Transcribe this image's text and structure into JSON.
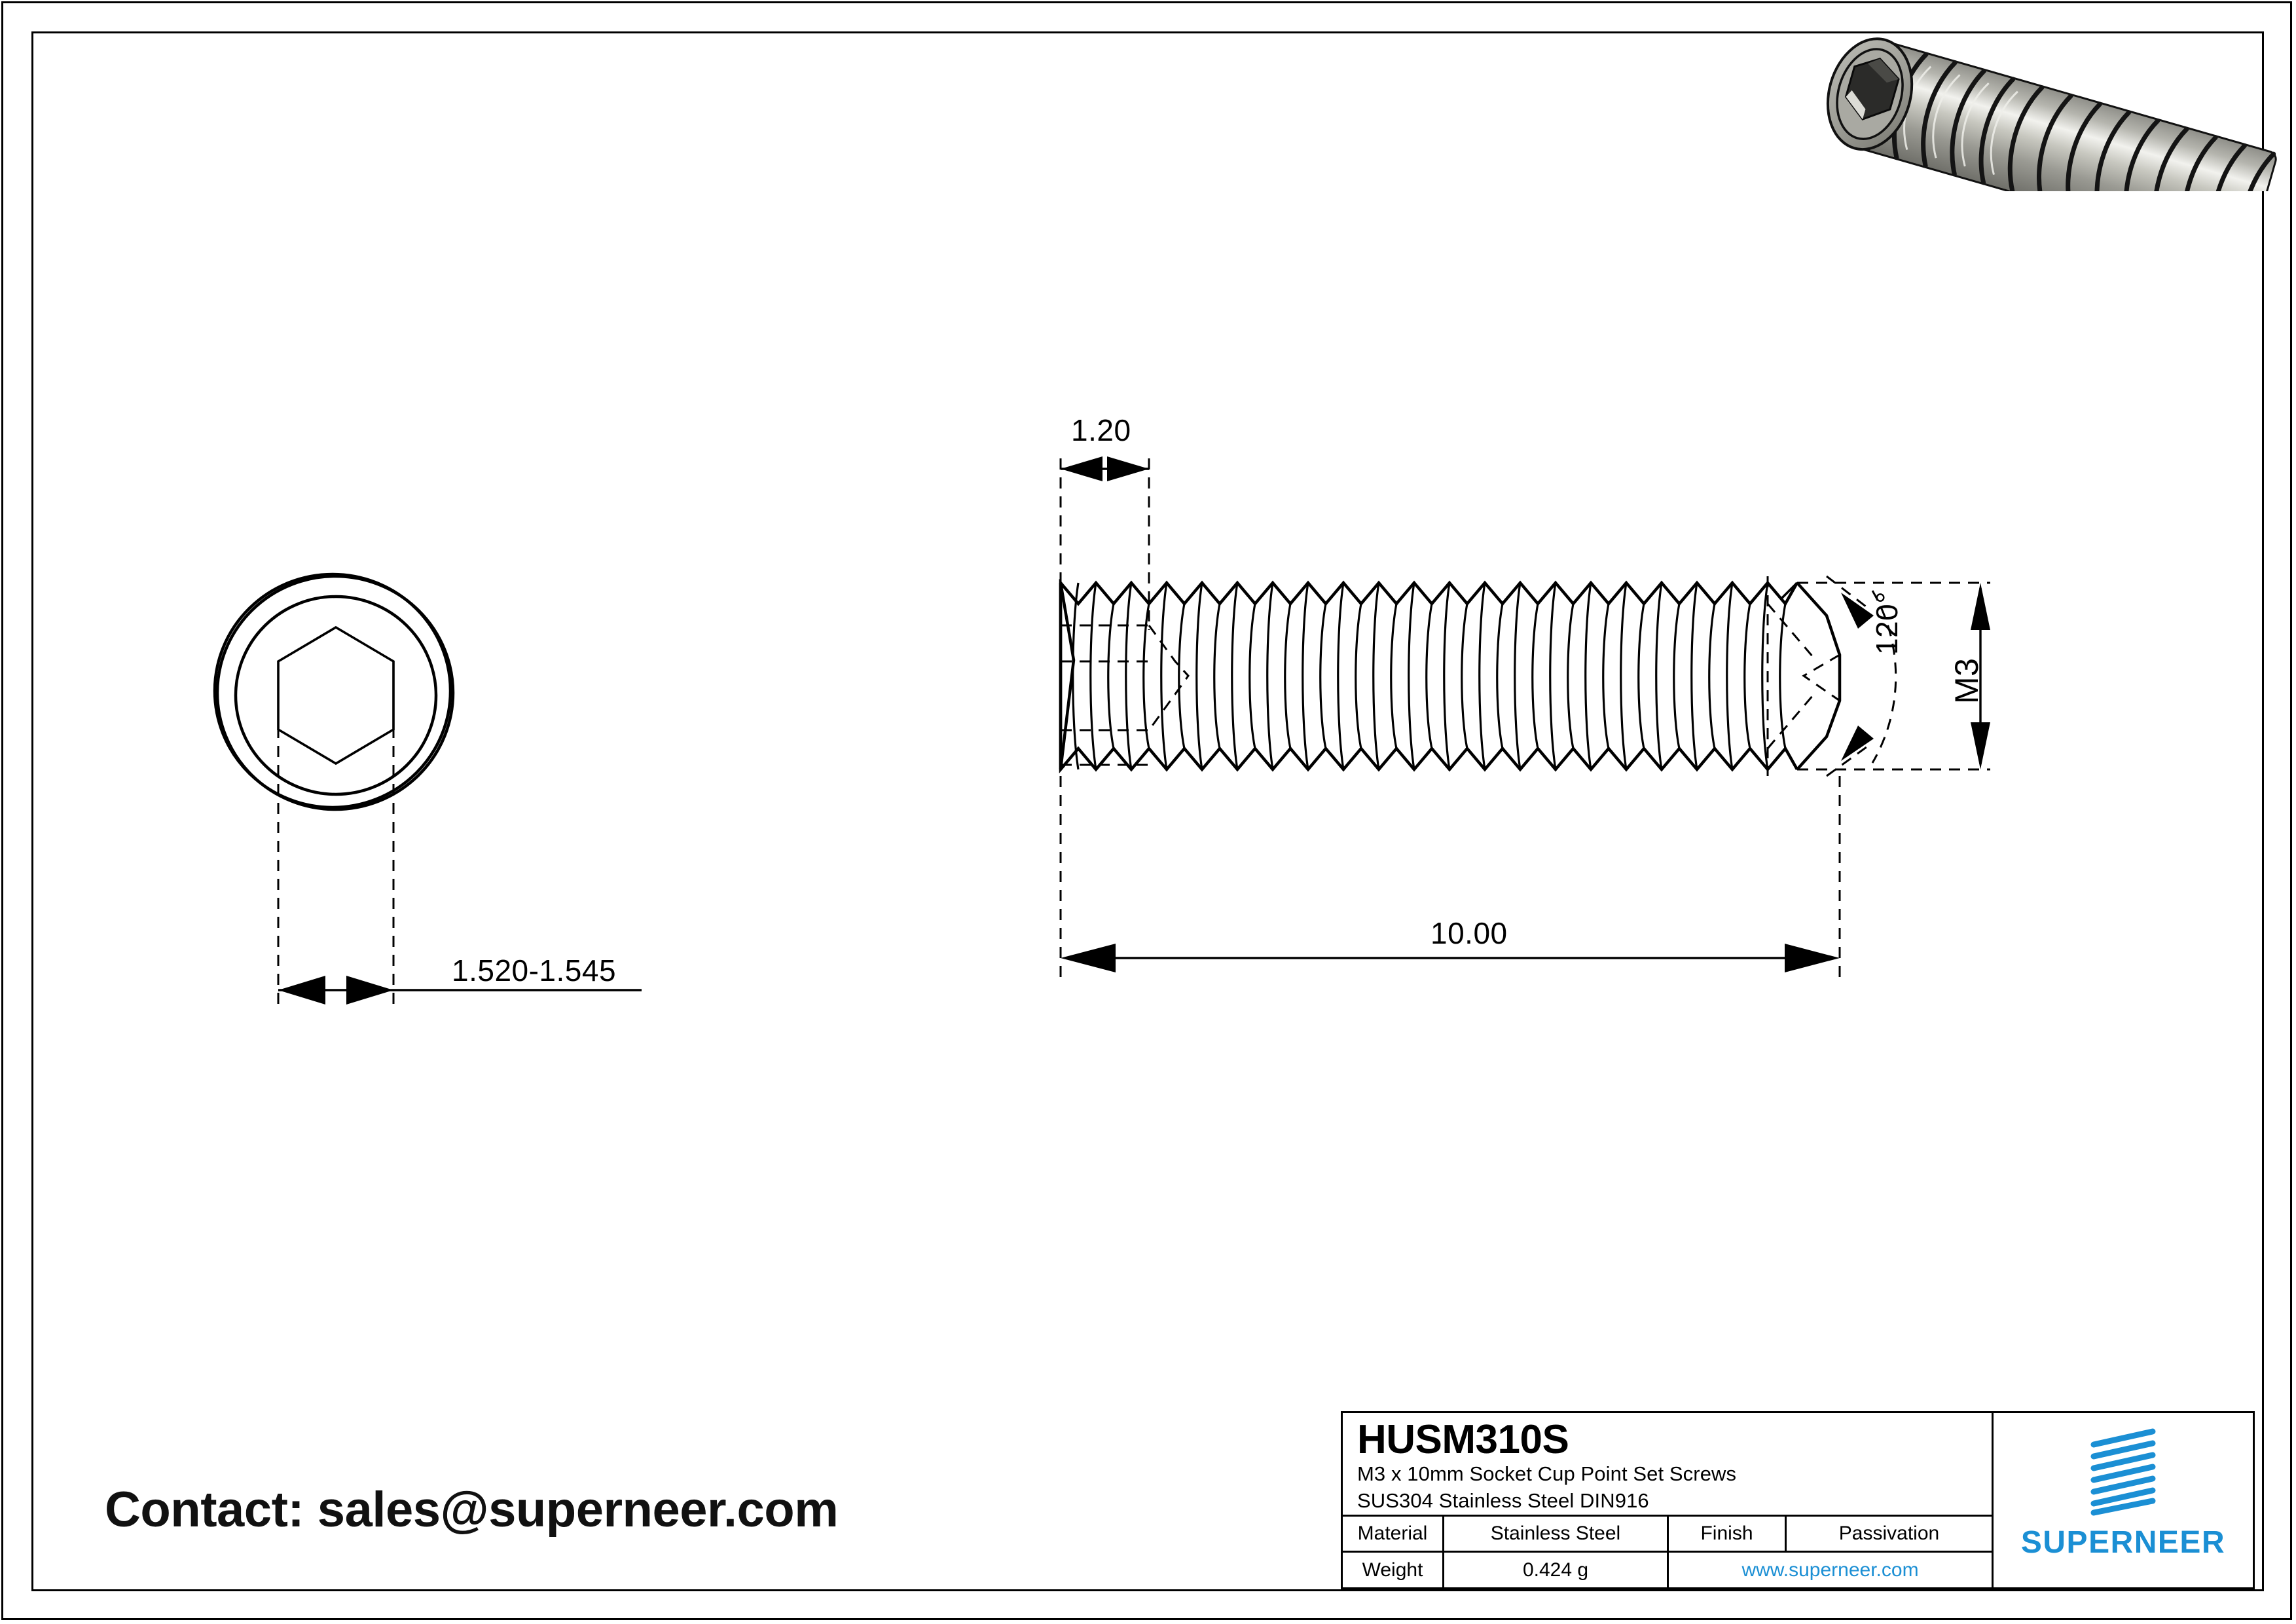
{
  "sheet": {
    "title": "Technical drawing sheet",
    "background": "#ffffff",
    "line_color": "#000000",
    "accent_color": "#1b8fd4"
  },
  "contact": {
    "text": "Contact: sales@superneer.com"
  },
  "dimensions": {
    "hex_socket_across_flats": "1.520-1.545",
    "socket_depth": "1.20",
    "overall_length": "10.00",
    "cone_angle": "120°",
    "thread_designation": "M3"
  },
  "views": {
    "front_view": {
      "name": "front-view",
      "description": "End view showing hex socket"
    },
    "side_view": {
      "name": "side-view",
      "description": "Threaded body with cup point"
    },
    "isometric": {
      "name": "isometric-render",
      "description": "3D rendered socket set screw"
    }
  },
  "title_block": {
    "part_number": "HUSM310S",
    "description_line_1": "M3 x 10mm Socket Cup Point Set Screws",
    "description_line_2": "SUS304 Stainless Steel DIN916",
    "rows": [
      {
        "label": "Material",
        "value": "Stainless Steel",
        "label2": "Finish",
        "value2": "Passivation"
      },
      {
        "label": "Weight",
        "value": "0.424 g",
        "website": "www.superneer.com"
      }
    ],
    "brand": {
      "name": "SUPERNEER",
      "logo_color": "#1b8fd4",
      "logo_stripes": 8
    }
  }
}
